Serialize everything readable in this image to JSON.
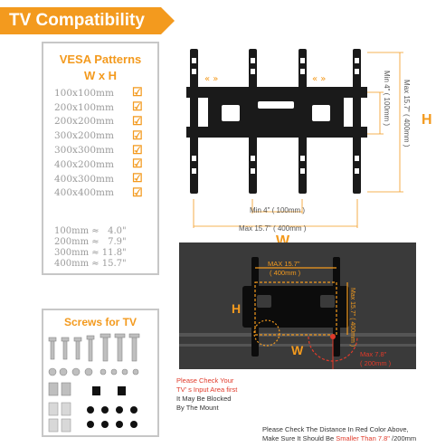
{
  "banner": {
    "title": "TV  Compatibility"
  },
  "vesa": {
    "title": "VESA Patterns",
    "wh": "W x H",
    "patterns": [
      "100x100mm",
      "200x100mm",
      "200x200mm",
      "300x200mm",
      "300x300mm",
      "400x200mm",
      "400x300mm",
      "400x400mm"
    ],
    "conversions": [
      "100mm ≈   4.0\"",
      "200mm ≈   7.9\"",
      "300mm ≈ 11.8\"",
      "400mm ≈ 15.7\""
    ]
  },
  "screws": {
    "title": "Screws for TV"
  },
  "diagram": {
    "arrows_left": "«    »",
    "arrows_right": "«    »",
    "min_width": "Min  4\"  ( 100mm )",
    "max_width": "Max  15.7\"  ( 400mm )",
    "w_letter": "W",
    "min_height": "Min  4\"  ( 100mm )",
    "max_height": "Max  15.7\"  ( 400mm )",
    "h_letter": "H"
  },
  "tv": {
    "max_w_line1": "MAX  15.7\"",
    "max_w_line2": "( 400mm )",
    "max_h": "Max  15.7\" ( 400mm )",
    "h_letter": "H",
    "w_letter": "W",
    "red_measure": "Max  7.8\"",
    "red_measure2": "( 200mm )"
  },
  "notes": {
    "red_line1": "Please Check Your",
    "red_line2": "TV' s Input Area first",
    "black_line1": "It May Be Blocked",
    "black_line2": "By The Mount",
    "bottom_line1": "Please Check The Distance In Red Color Above,",
    "bottom_line2_a": "Make Sure It Should Be ",
    "bottom_line2_red": "Smaller Than 7.8\"",
    "bottom_line2_b": " /200mm"
  },
  "colors": {
    "accent": "#f39a1e",
    "warning": "#e03a2a",
    "mount": "#1a1a1a"
  }
}
